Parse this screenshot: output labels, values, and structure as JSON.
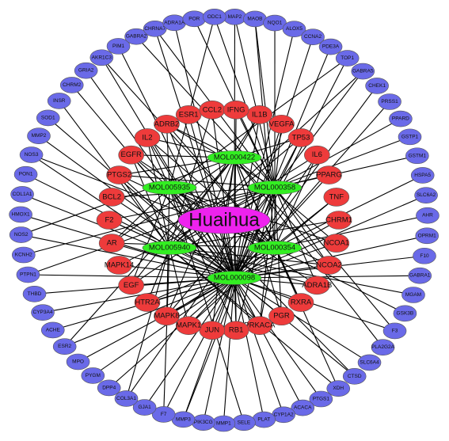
{
  "colors": {
    "outer_node": "#6a6ae8",
    "inner_node": "#ee3b3b",
    "molecule_node": "#33ee22",
    "center_node": "#ee22ee",
    "edge": "#000000"
  },
  "center": {
    "label": "Huaihua"
  },
  "molecules": [
    {
      "id": "MOL000422",
      "label": "MOL000422"
    },
    {
      "id": "MOL005935",
      "label": "MOL005935"
    },
    {
      "id": "MOL000358",
      "label": "MOL000358"
    },
    {
      "id": "MOL005940",
      "label": "MOL005940"
    },
    {
      "id": "MOL000354",
      "label": "MOL000354"
    },
    {
      "id": "MOL000098",
      "label": "MOL000098"
    }
  ],
  "inner_targets": [
    "IL1B",
    "VEGFA",
    "TP53",
    "IL6",
    "PPARG",
    "TNF",
    "CHRM1",
    "NCOA1",
    "NCOA2",
    "ADRA1B",
    "RXRA",
    "PGR",
    "PRKACA",
    "RB1",
    "JUN",
    "MAPK1",
    "MAPK8",
    "HTR2A",
    "EGF",
    "MAPK14",
    "AR",
    "F2",
    "BCL2",
    "PTGS2",
    "EGFR",
    "IL2",
    "ADRB2",
    "ESR1",
    "CCL2",
    "IFNG"
  ],
  "outer_targets": [
    "MAP2",
    "MAOB",
    "NQO1",
    "ALOX5",
    "CCNA2",
    "PDE3A",
    "TOP1",
    "GABRA5",
    "CHEK1",
    "PRSS1",
    "PPARD",
    "GSTP1",
    "GSTM1",
    "HSPA5",
    "SLC6A2",
    "AHR",
    "OPRM1",
    "F10",
    "GABRA1",
    "MGAM",
    "GSK3B",
    "F3",
    "PLA2G2A",
    "SLC6A4",
    "CTSD",
    "XDH",
    "PTGS1",
    "ACACA",
    "CYP1A2",
    "PLAT",
    "SELE",
    "MMP1",
    "PIK3CG",
    "MMP3",
    "F7",
    "GJA1",
    "COL3A1",
    "DPP4",
    "PYGM",
    "MPO",
    "ESR2",
    "ACHE",
    "CYP3A4",
    "THBD",
    "PTPN1",
    "KCNH2",
    "NOS2",
    "HMOX1",
    "COL1A1",
    "PON1",
    "NOS3",
    "MMP2",
    "SOD1",
    "INSR",
    "CHRM2",
    "GRIA2",
    "AKR1C3",
    "PIM1",
    "GABRA2",
    "CHRNA7",
    "ADRA1A",
    "POR",
    "ODC1"
  ]
}
